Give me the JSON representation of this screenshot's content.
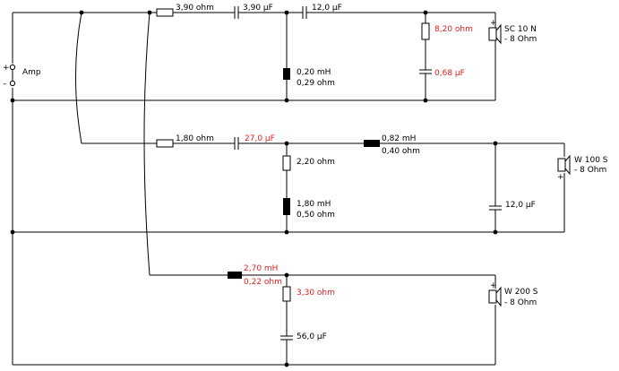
{
  "colors": {
    "wire": "#000000",
    "highlight": "#e02020",
    "background": "#ffffff"
  },
  "amp": {
    "label": "Amp",
    "plus": "+",
    "minus": "–"
  },
  "tweeter": {
    "r_series": "3,90 ohm",
    "c1": "3,90 µF",
    "c2": "12,0 µF",
    "l_shunt": [
      "0,20 mH",
      "0,29 ohm"
    ],
    "r_notch": "8,20 ohm",
    "c_notch": "0,68 µF",
    "speaker": [
      "SC 10 N",
      "- 8 Ohm"
    ]
  },
  "mid": {
    "r_series": "1,80 ohm",
    "c_series": "27,0 µF",
    "l_series": [
      "0,82 mH",
      "0,40 ohm"
    ],
    "r_shunt": "2,20 ohm",
    "l_shunt": [
      "1,80 mH",
      "0,50 ohm"
    ],
    "c_shunt": "12,0 µF",
    "speaker": [
      "W 100 S",
      "- 8 Ohm"
    ]
  },
  "bass": {
    "l_series": [
      "2,70 mH",
      "0,22 ohm"
    ],
    "r_shunt": "3,30 ohm",
    "c_shunt": "56,0 µF",
    "speaker": [
      "W 200 S",
      "- 8 Ohm"
    ]
  }
}
